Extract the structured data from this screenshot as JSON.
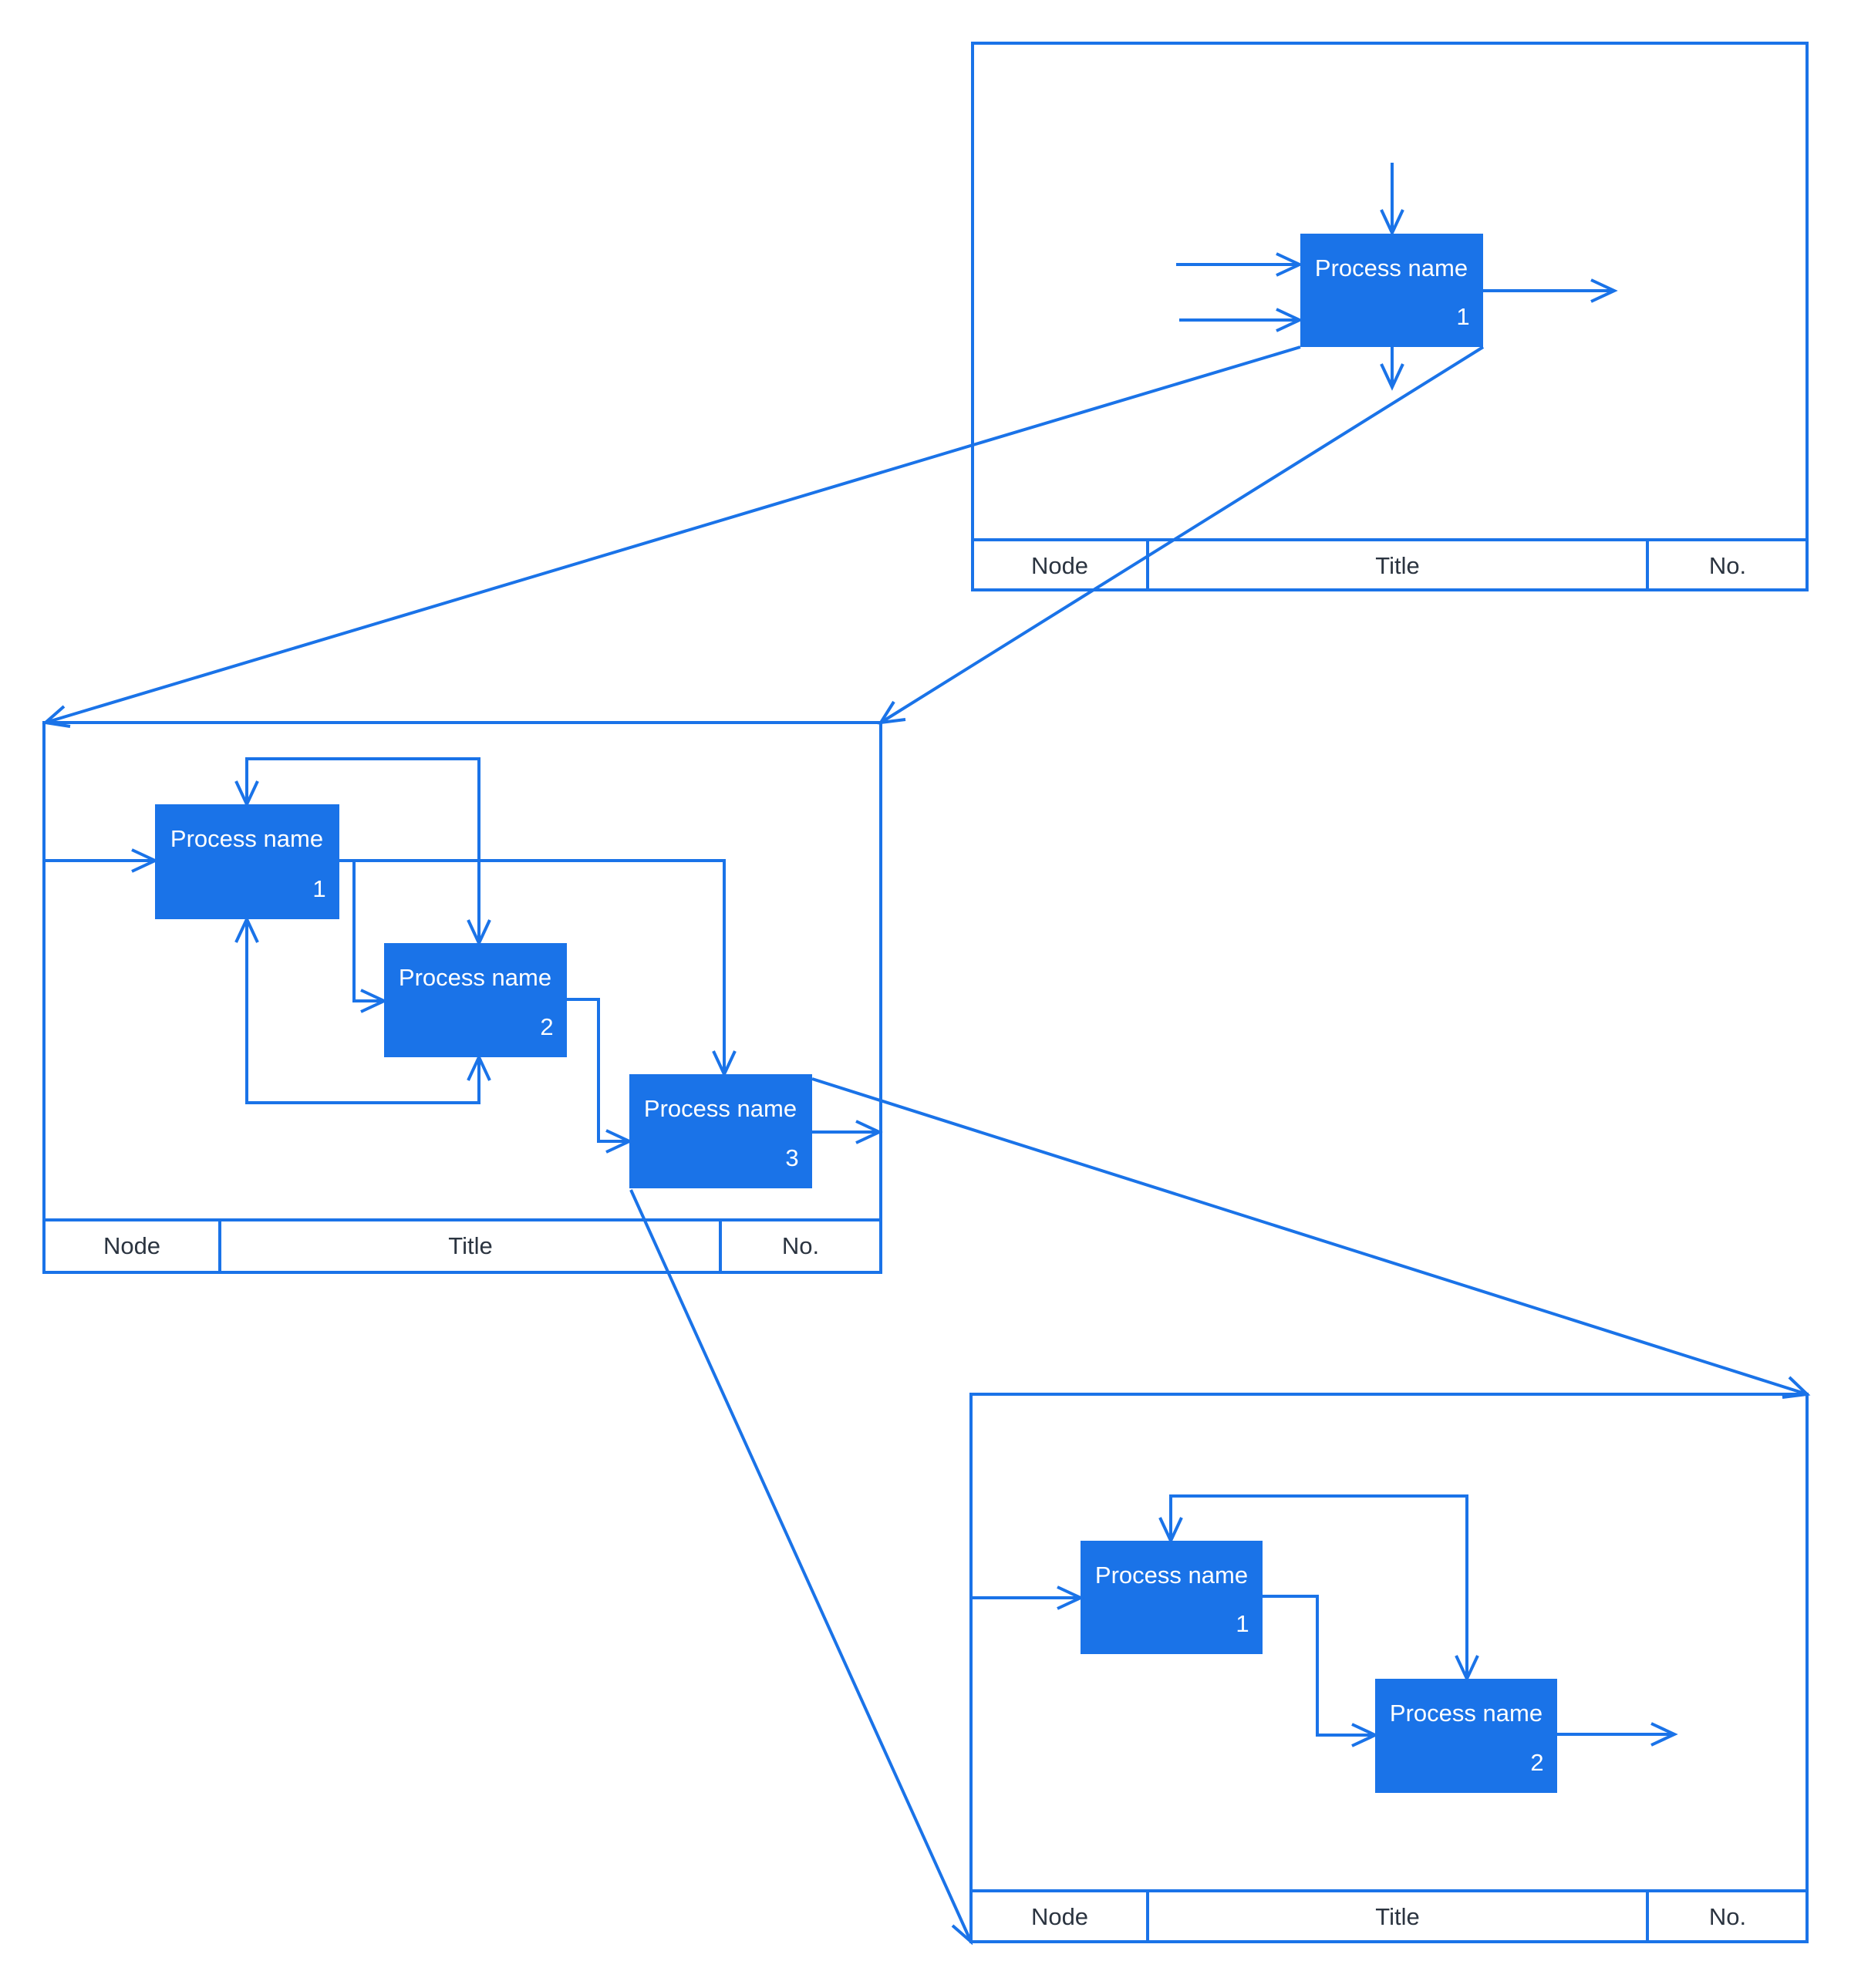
{
  "colors": {
    "accent": "#1a73e8",
    "box_fill": "#1a73e8",
    "box_text": "#ffffff",
    "footer_text": "#2b3440",
    "background": "#ffffff"
  },
  "panels": [
    {
      "name": "parent-context-diagram",
      "boxes": [
        {
          "label": "Process name",
          "number": "1"
        }
      ],
      "footer": {
        "node": "Node",
        "title": "Title",
        "no": "No."
      }
    },
    {
      "name": "decomposition-diagram-a",
      "boxes": [
        {
          "label": "Process name",
          "number": "1"
        },
        {
          "label": "Process name",
          "number": "2"
        },
        {
          "label": "Process name",
          "number": "3"
        }
      ],
      "footer": {
        "node": "Node",
        "title": "Title",
        "no": "No."
      }
    },
    {
      "name": "decomposition-diagram-b",
      "boxes": [
        {
          "label": "Process name",
          "number": "1"
        },
        {
          "label": "Process name",
          "number": "2"
        }
      ],
      "footer": {
        "node": "Node",
        "title": "Title",
        "no": "No."
      }
    }
  ]
}
